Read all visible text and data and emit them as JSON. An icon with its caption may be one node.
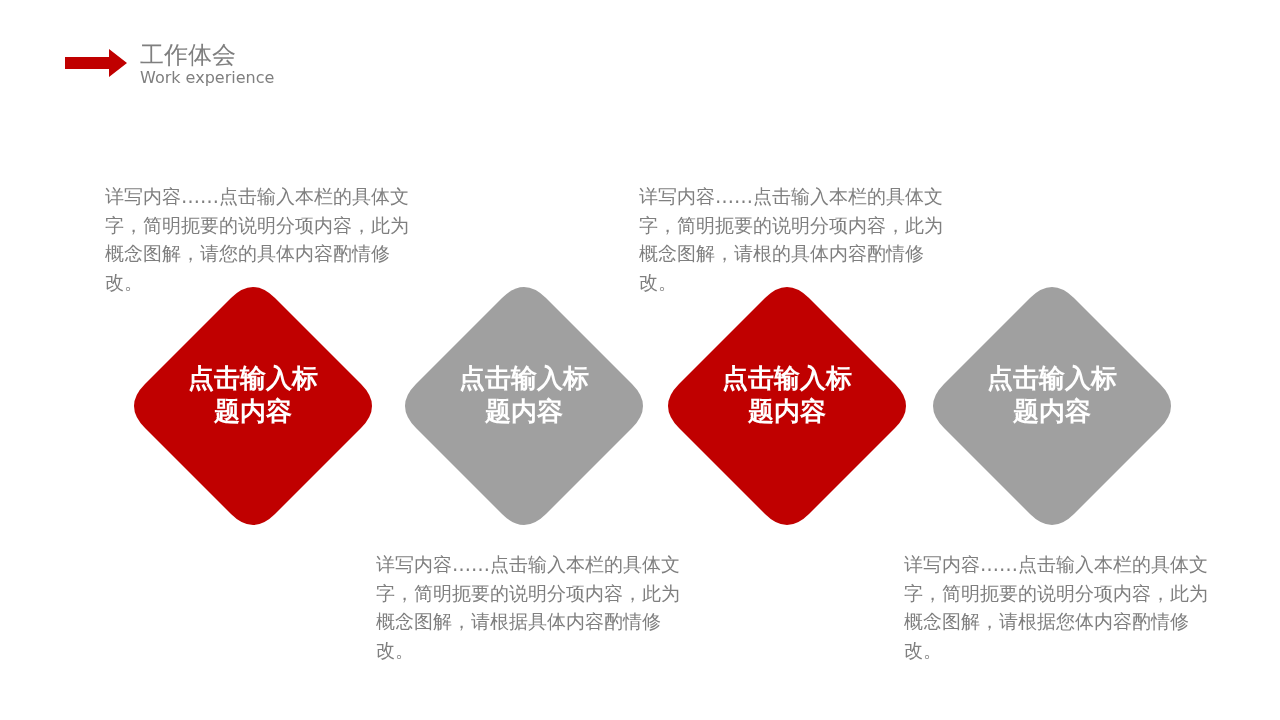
{
  "diagram": {
    "title": "工作体会",
    "nodes": [
      {
        "text": [
          "点击输入标题内容"
        ],
        "beside": [
          "详写内容……点击输入本栏的具体文字，简明扼要的说明分项内容，此为概念图解，请您的具体内容酌情修改。"
        ]
      },
      {
        "text": [
          "点击输入标题内容"
        ],
        "beside": [
          "详写内容……点击输入本栏的具体文字，简明扼要的说明分项内容，此为概念图解，请根据具体内容酌情修改。"
        ]
      },
      {
        "text": [
          "点击输入标题内容"
        ],
        "beside": [
          "详写内容……点击输入本栏的具体文字，简明扼要的说明分项内容，此为概念图解，请根的具体内容酌情修改。"
        ]
      },
      {
        "text": [
          "点击输入标题内容"
        ],
        "beside": [
          "详写内容……点击输入本栏的具体文字，简明扼要的说明分项内容，此为概念图解，请根据您体内容酌情修改。"
        ]
      }
    ],
    "edges": [],
    "labels": [
      "Work experience"
    ]
  }
}
